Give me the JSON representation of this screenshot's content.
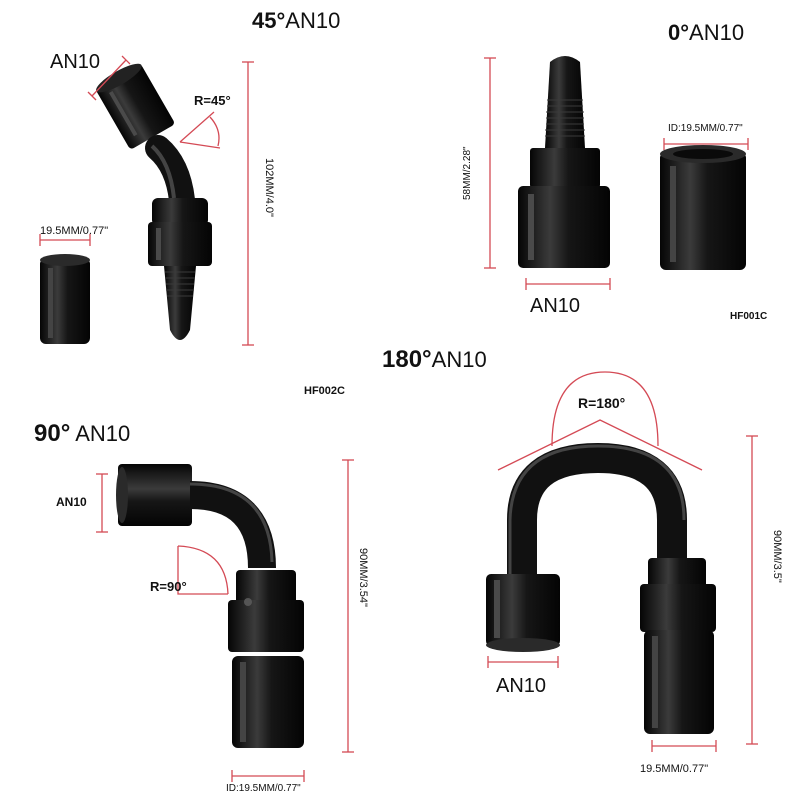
{
  "panels": {
    "p45": {
      "title_deg": "45°",
      "title_size": "AN10",
      "an_label": "AN10",
      "radius_label": "R=45°",
      "length_label": "102MM/4.0\"",
      "collar_label": "19.5MM/0.77\"",
      "part_code": "HF002C"
    },
    "p0": {
      "title_deg": "0°",
      "title_size": "AN10",
      "length_label": "58MM/2.28\"",
      "id_label": "ID:19.5MM/0.77\"",
      "an_label": "AN10",
      "part_code": "HF001C"
    },
    "p90": {
      "title_deg": "90°",
      "title_size": "AN10",
      "an_label": "AN10",
      "radius_label": "R=90°",
      "length_label": "90MM/3.54\"",
      "id_label": "ID:19.5MM/0.77\""
    },
    "p180": {
      "title_deg": "180°",
      "title_size": "AN10",
      "radius_label": "R=180°",
      "length_label": "90MM/3.5\"",
      "an_label": "AN10",
      "collar_label": "19.5MM/0.77\""
    }
  },
  "colors": {
    "dimension_line": "#d44a55",
    "part_black": "#111111",
    "part_highlight": "#3a3a3a"
  }
}
